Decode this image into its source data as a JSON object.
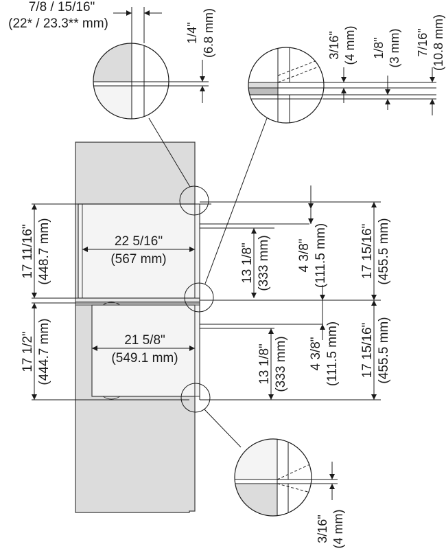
{
  "colors": {
    "cabinet": "#dcdcdc",
    "appliance": "#f4f4f4",
    "outline": "#3a3a3a",
    "line": "#1a1a1a",
    "background": "#ffffff"
  },
  "labels": {
    "top_gap": "7/8 / 15/16\"",
    "top_gap_mm": "(22* / 23.3** mm)",
    "detail1_gap": "1/4\"",
    "detail1_gap_mm": "(6.8 mm)",
    "detail2_a": "3/16\"",
    "detail2_a_mm": "(4 mm)",
    "detail2_b": "1/8\"",
    "detail2_b_mm": "(3 mm)",
    "detail2_c": "7/16\"",
    "detail2_c_mm": "(10.8 mm)",
    "upper_height": "17 11/16\"",
    "upper_height_mm": "(448.7 mm)",
    "upper_width": "22 5/16\"",
    "upper_width_mm": "(567 mm)",
    "upper_inner": "13 1/8\"",
    "upper_inner_mm": "(333 mm)",
    "upper_offset": "4 3/8\"",
    "upper_offset_mm": "(111.5 mm)",
    "upper_total": "17 15/16\"",
    "upper_total_mm": "(455.5 mm)",
    "lower_height": "17 1/2\"",
    "lower_height_mm": "(444.7 mm)",
    "lower_width": "21 5/8\"",
    "lower_width_mm": "(549.1 mm)",
    "lower_inner": "13 1/8\"",
    "lower_inner_mm": "(333 mm)",
    "lower_offset": "4 3/8\"",
    "lower_offset_mm": "(111.5 mm)",
    "lower_total": "17 15/16\"",
    "lower_total_mm": "(455.5 mm)",
    "detail3_gap": "3/16\"",
    "detail3_gap_mm": "(4 mm)"
  }
}
